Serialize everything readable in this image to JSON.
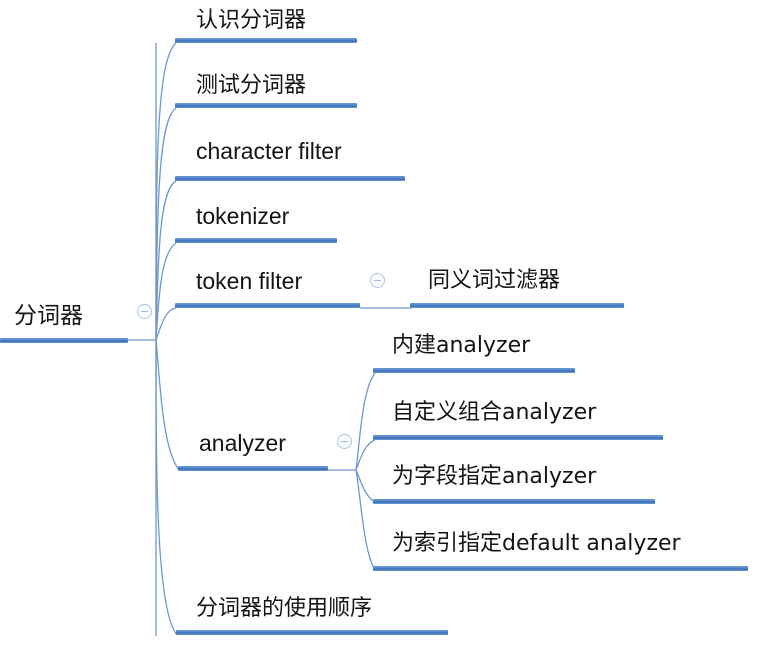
{
  "diagram": {
    "type": "mind-map",
    "title": "分词器",
    "accent_color": "#4a80c4",
    "text_color": "#141414",
    "background_color": "#ffffff",
    "collapse_icon_name": "collapse-minus-icon"
  },
  "root": {
    "label": "分词器",
    "collapse_state": "expanded"
  },
  "branches": [
    {
      "label": "认识分词器",
      "has_children": false
    },
    {
      "label": "测试分词器",
      "has_children": false
    },
    {
      "label": "character filter",
      "has_children": false
    },
    {
      "label": "tokenizer",
      "has_children": false
    },
    {
      "label": "token filter",
      "has_children": true,
      "collapse_state": "expanded"
    },
    {
      "label": "analyzer",
      "has_children": true,
      "collapse_state": "expanded"
    },
    {
      "label": "分词器的使用顺序",
      "has_children": false
    }
  ],
  "token_filter_children": [
    {
      "label": "同义词过滤器"
    }
  ],
  "analyzer_children": [
    {
      "label": "内建analyzer"
    },
    {
      "label": "自定义组合analyzer"
    },
    {
      "label": "为字段指定analyzer"
    },
    {
      "label": "为索引指定default analyzer"
    }
  ]
}
